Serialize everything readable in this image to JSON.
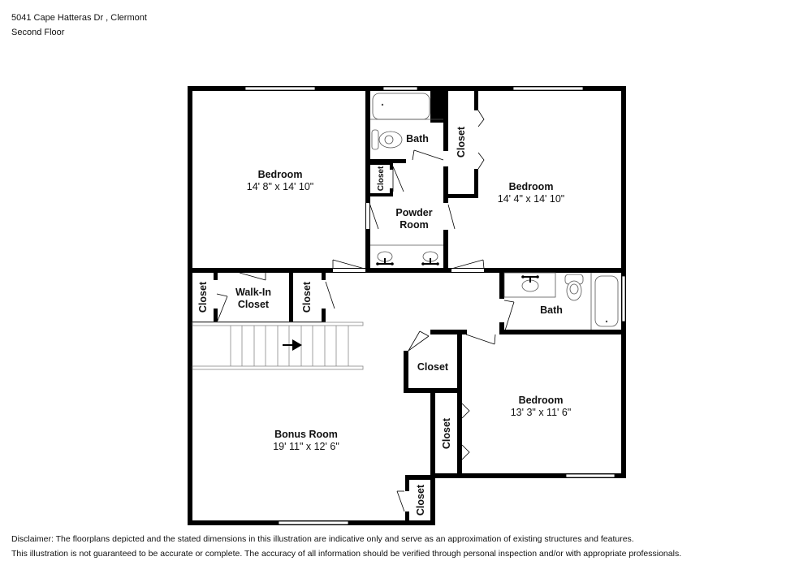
{
  "header": {
    "address": "5041 Cape Hatteras Dr , Clermont",
    "floor": "Second Floor"
  },
  "rooms": [
    {
      "id": "bedroom-1",
      "name": "Bedroom",
      "dimensions": "14' 8\" x 14' 10\""
    },
    {
      "id": "bath-1",
      "name": "Bath"
    },
    {
      "id": "closet-powder",
      "name": "Closet"
    },
    {
      "id": "powder-room",
      "name": "Powder",
      "name_line2": "Room"
    },
    {
      "id": "closet-bedroom-2",
      "name": "Closet"
    },
    {
      "id": "bedroom-2",
      "name": "Bedroom",
      "dimensions": "14' 4\" x 14' 10\""
    },
    {
      "id": "closet-left",
      "name": "Closet"
    },
    {
      "id": "walk-in-closet",
      "name": "Walk-In",
      "name_line2": "Closet"
    },
    {
      "id": "closet-hall",
      "name": "Closet"
    },
    {
      "id": "bath-2",
      "name": "Bath"
    },
    {
      "id": "closet-angled",
      "name": "Closet"
    },
    {
      "id": "bedroom-3",
      "name": "Bedroom",
      "dimensions": "13' 3\" x 11' 6\""
    },
    {
      "id": "closet-bedroom-3",
      "name": "Closet"
    },
    {
      "id": "bonus-room",
      "name": "Bonus Room",
      "dimensions": "19' 11\" x 12' 6\""
    },
    {
      "id": "closet-bonus",
      "name": "Closet"
    }
  ],
  "disclaimer": {
    "line1": "Disclaimer: The floorplans depicted and the stated dimensions in this illustration are indicative only and serve as an approximation of existing structures and features.",
    "line2": "This illustration is not guaranteed to be accurate or complete. The accuracy of all information should be verified through personal inspection and/or with appropriate professionals."
  },
  "colors": {
    "wall": "#000000",
    "fixture": "#555555",
    "window": "#ffffff"
  }
}
